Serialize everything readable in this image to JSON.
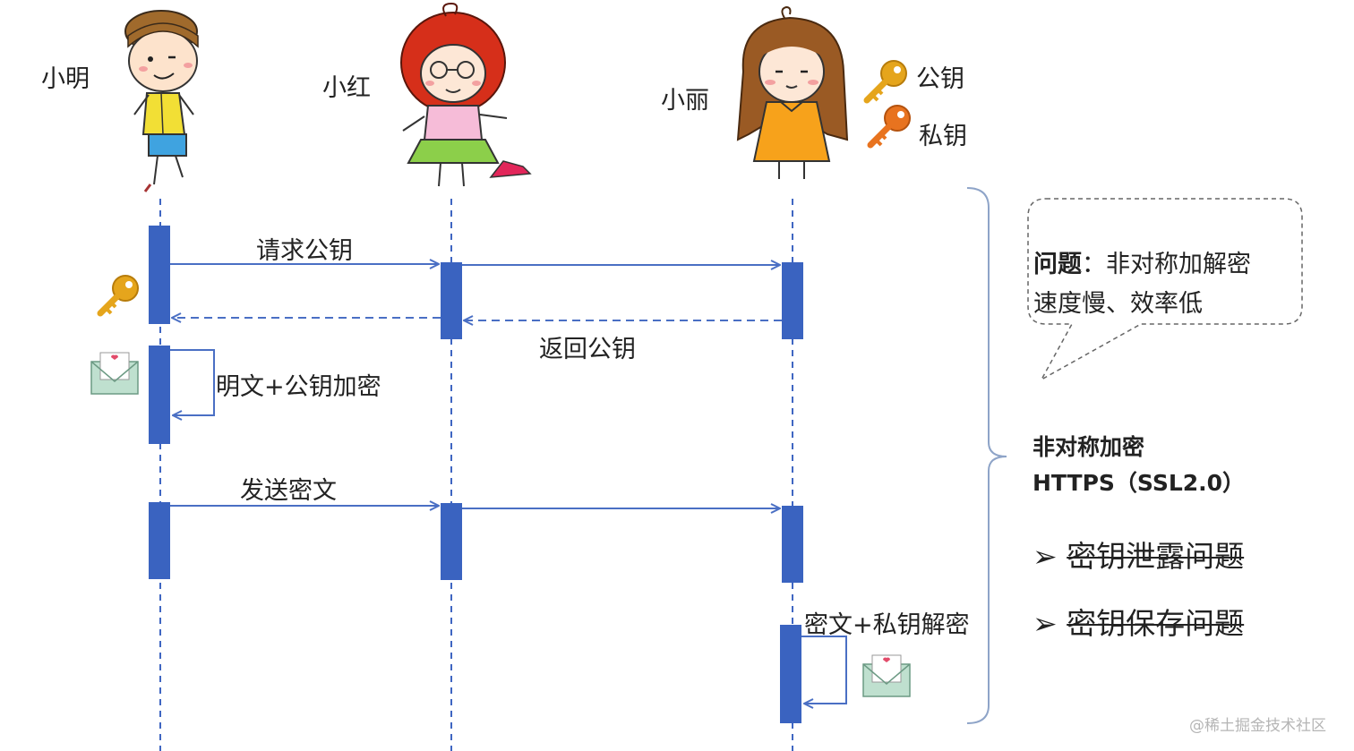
{
  "actors": [
    {
      "name": "小明"
    },
    {
      "name": "小红"
    },
    {
      "name": "小丽"
    }
  ],
  "legend": {
    "public_key": "公钥",
    "private_key": "私钥"
  },
  "messages": {
    "request_public_key": "请求公钥",
    "return_public_key": "返回公钥",
    "encrypt_with_public_key": "明文+公钥加密",
    "send_ciphertext": "发送密文",
    "decrypt_with_private_key": "密文+私钥解密"
  },
  "callout": {
    "label": "问题",
    "line1_rest": "：非对称加解密",
    "line2": "速度慢、效率低"
  },
  "notes": {
    "title": "非对称加密",
    "subtitle": "HTTPS（SSL2.0）",
    "items": [
      "密钥泄露问题",
      "密钥保存问题"
    ],
    "bullet": "➢"
  },
  "watermark": "@稀土掘金技术社区",
  "colors": {
    "activation": "#3a63c0",
    "arrow": "#4a6fc4",
    "lifeline": "#3f66c2",
    "gold_key": "#e5a51c",
    "orange_key": "#e8731f"
  }
}
